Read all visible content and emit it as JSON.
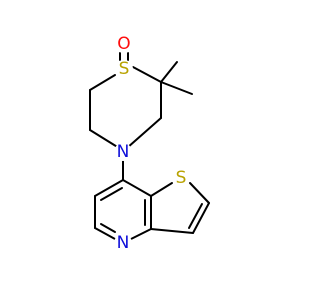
{
  "molecule": {
    "atoms": {
      "sulfoxide_o": {
        "label": "O",
        "color": "#ff0d0d"
      },
      "ring_s": {
        "label": "S",
        "color": "#b8a200"
      },
      "amine_n": {
        "label": "N",
        "color": "#0d0dd9"
      },
      "thiophene_s": {
        "label": "S",
        "color": "#b8a200"
      },
      "pyridine_n": {
        "label": "N",
        "color": "#0d0dd9"
      }
    },
    "bond_color": "#000000",
    "background": "#ffffff"
  }
}
